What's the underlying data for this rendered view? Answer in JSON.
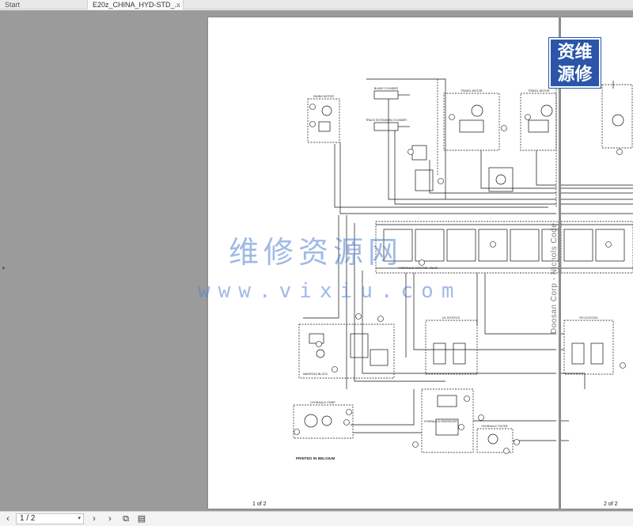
{
  "tabs": [
    {
      "label": "Start"
    },
    {
      "label": "E20z_CHINA_HYD-STD_..."
    }
  ],
  "tab_close_glyph": "×",
  "document": {
    "page1_label": "1 of 2",
    "page2_label": "2 of 2",
    "printed_note": "PRINTED IN BELGIUM",
    "vertical_text": "Doosan Corp - Nichols Code",
    "components": {
      "swing_motor": "SWING MOTOR",
      "blade_cylinder": "BLADE CYLINDER",
      "track_extension": "TRACK EXTENSION CYLINDER",
      "travel_motor_l": "TRAVEL MOTOR",
      "travel_motor_r": "TRAVEL MOTOR",
      "control_valve": "HYDRAULIC CONTROL VALVE",
      "manifold": "MANIFOLD BLOCK",
      "pump": "HYDRAULIC PUMP",
      "lh_joystick": "LH JOYSTICK",
      "rh_joystick": "RH JOYSTICK",
      "reservoir": "HYDRAULIC RESERVOIR",
      "filter": "HYDRAULIC FILTER"
    }
  },
  "watermark": {
    "line1": "维修资源网",
    "line2": "www.vixiu.com"
  },
  "logo": {
    "line1": "资维",
    "line2": "源修"
  },
  "bottom_bar": {
    "page_value": "1 / 2",
    "prev_glyph": "‹",
    "next_glyph": "›",
    "forward_glyph": "›",
    "pages_glyph": "⧉",
    "view_glyph": "▤"
  },
  "side_handle_glyph": "▸",
  "select_caret": "▾",
  "colors": {
    "viewer_bg": "#9b9b9b",
    "watermark": "#5082d2",
    "logo_bg": "#2a55a8"
  }
}
